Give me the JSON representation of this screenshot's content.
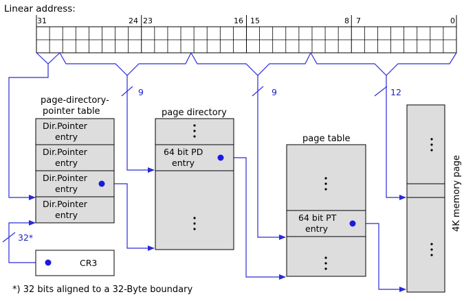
{
  "linear_address": {
    "title": "Linear address:",
    "bit_labels": [
      "31",
      "24",
      "23",
      "16",
      "15",
      "8",
      "7",
      "0"
    ]
  },
  "pdpt": {
    "title_line1": "page-directory-",
    "title_line2": "pointer table",
    "entries": [
      {
        "line1": "Dir.Pointer",
        "line2": "entry"
      },
      {
        "line1": "Dir.Pointer",
        "line2": "entry"
      },
      {
        "line1": "Dir.Pointer",
        "line2": "entry"
      },
      {
        "line1": "Dir.Pointer",
        "line2": "entry"
      }
    ]
  },
  "page_directory": {
    "title": "page directory",
    "entry_line1": "64 bit PD",
    "entry_line2": "entry"
  },
  "page_table": {
    "title": "page table",
    "entry_line1": "64 bit PT",
    "entry_line2": "entry"
  },
  "memory_page": {
    "title": "4K memory page"
  },
  "cr3": {
    "label": "CR3"
  },
  "bit_widths": {
    "pdpt_index": "32*",
    "pd_index": "9",
    "pt_index": "9",
    "offset": "12"
  },
  "footnote": "*) 32 bits aligned to a 32-Byte boundary",
  "colors": {
    "wire": "#2a2ad8",
    "box_fill": "#dddddd"
  }
}
